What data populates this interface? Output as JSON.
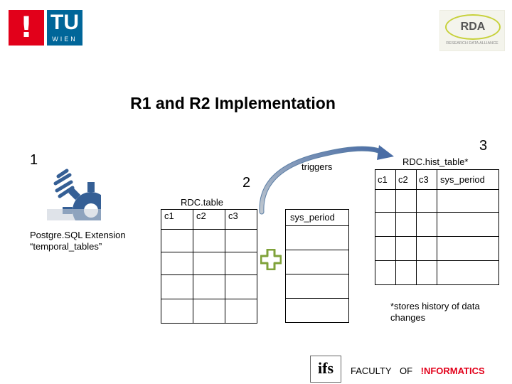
{
  "header": {
    "tu_logo": {
      "mark": "!",
      "tu": "TU",
      "wien": "WIEN"
    },
    "rda_logo": {
      "mark": "RDA",
      "sub": "RESEARCH DATA ALLIANCE"
    }
  },
  "title": "R1 and R2 Implementation",
  "markers": {
    "one": "1",
    "two": "2",
    "three": "3"
  },
  "labels": {
    "triggers": "triggers",
    "extension_line1": "Postgre.SQL Extension",
    "extension_line2": "“temporal_tables”",
    "note_line1": "*stores history of data",
    "note_line2": "changes"
  },
  "rdc_table": {
    "name": "RDC.table",
    "columns": [
      "c1",
      "c2",
      "c3"
    ]
  },
  "sys_period_column": "sys_period",
  "hist_table": {
    "name": "RDC.hist_table*",
    "columns": [
      "c1",
      "c2",
      "c3",
      "sys_period"
    ]
  },
  "footer": {
    "logo": "ifs",
    "faculty": "FACULTY",
    "of": "OF",
    "informatics": "!NFORMATICS"
  },
  "colors": {
    "tu_red": "#e2001a",
    "tu_blue": "#006699",
    "gear_blue": "#355f95",
    "plus_green": "#7fa23a",
    "arrow_gradient_start": "#4a6da5",
    "arrow_gradient_end": "#bfc7cf",
    "informatics_red": "#e2001a"
  },
  "icons": [
    "gear-icon",
    "plus-icon",
    "curved-arrow-icon"
  ]
}
